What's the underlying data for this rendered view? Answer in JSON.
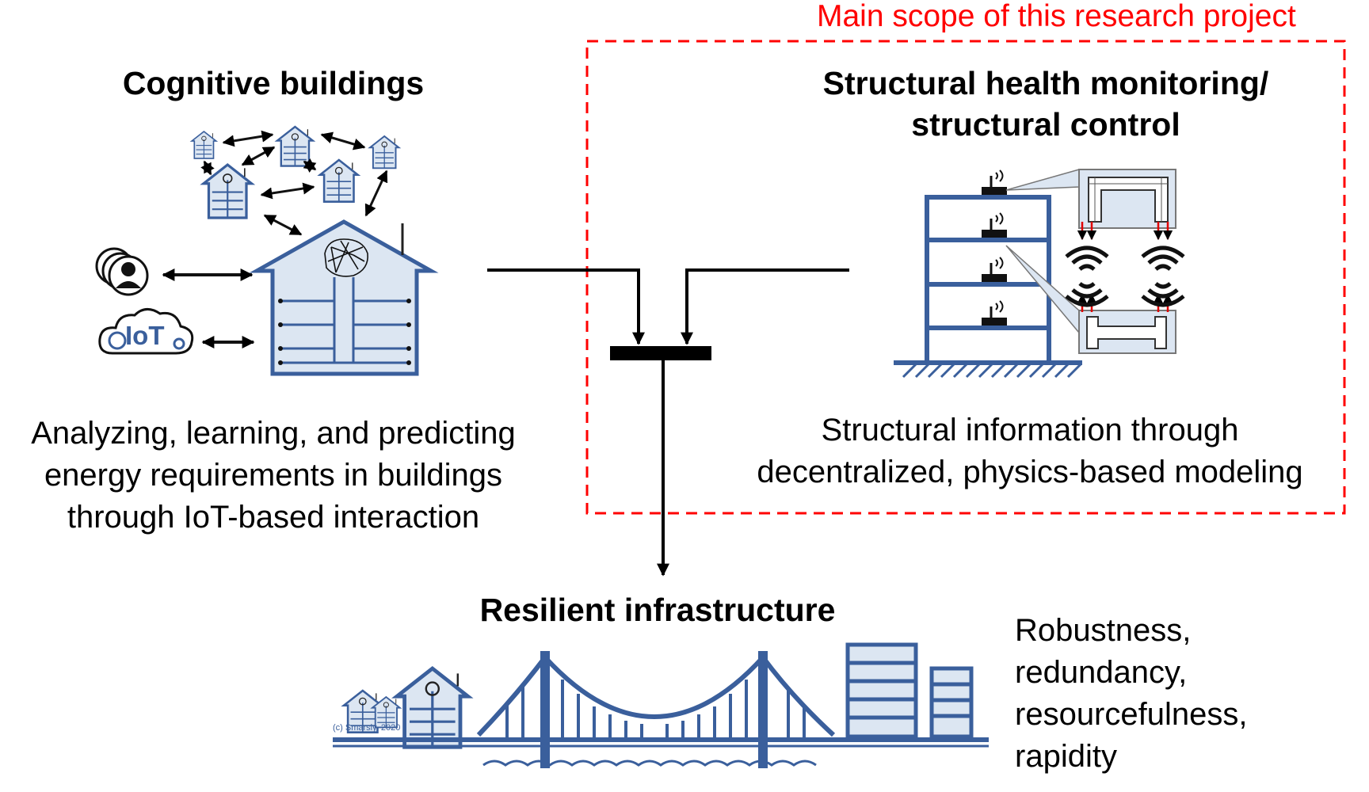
{
  "scope_label": "Main scope of this research project",
  "cognitive": {
    "title": "Cognitive buildings",
    "description": [
      "Analyzing, learning, and predicting",
      "energy requirements in buildings",
      "through IoT-based interaction"
    ],
    "iot_label": "IoT"
  },
  "shm": {
    "title_line1": "Structural health monitoring/",
    "title_line2": "structural control",
    "description": [
      "Structural information through",
      "decentralized, physics-based modeling"
    ]
  },
  "resilient": {
    "title": "Resilient infrastructure",
    "properties": [
      "Robustness,",
      "redundancy,",
      "resourcefulness,",
      "rapidity"
    ],
    "copyright": "(c) Smarsly, 2020"
  },
  "colors": {
    "building_blue": "#3a5f9c",
    "building_fill": "#dce6f2",
    "scope_red": "#ff0000",
    "signal_red": "#e00000"
  }
}
